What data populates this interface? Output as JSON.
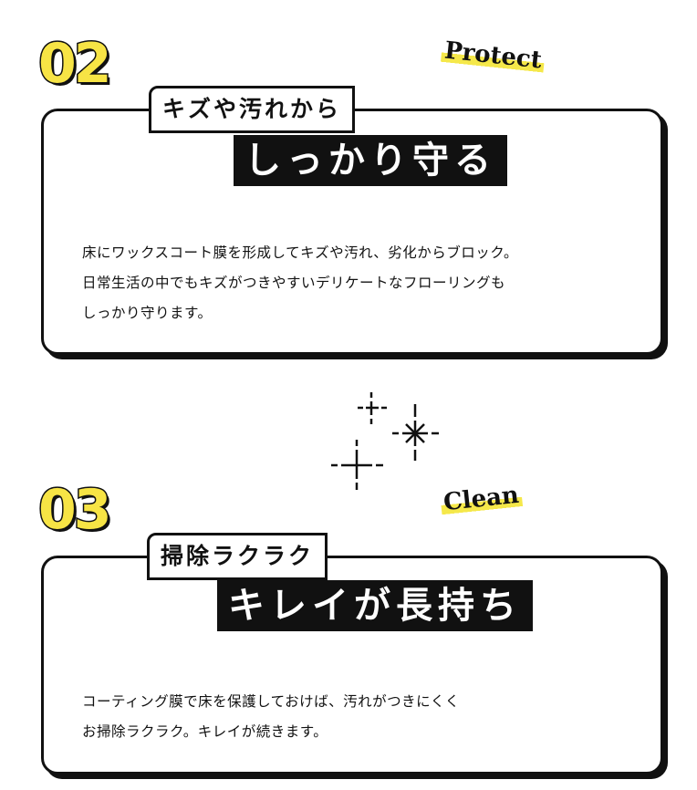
{
  "features": [
    {
      "number": "02",
      "tag": "Protect",
      "label": "キズや汚れから",
      "headline": "しっかり守る",
      "body": [
        "床にワックスコート膜を形成してキズや汚れ、劣化からブロック。",
        "日常生活の中でもキズがつきやすいデリケートなフローリングも",
        "しっかり守ります。"
      ]
    },
    {
      "number": "03",
      "tag": "Clean",
      "label": "掃除ラクラク",
      "headline": "キレイが長持ち",
      "body": [
        "コーティング膜で床を保護しておけば、汚れがつきにくく",
        "お掃除ラクラク。キレイが続きます。"
      ]
    }
  ],
  "decorations": {
    "sparkles_icon": "sparkles-icon"
  },
  "colors": {
    "accent_yellow": "#f7e445",
    "ink": "#111111",
    "background": "#ffffff"
  }
}
